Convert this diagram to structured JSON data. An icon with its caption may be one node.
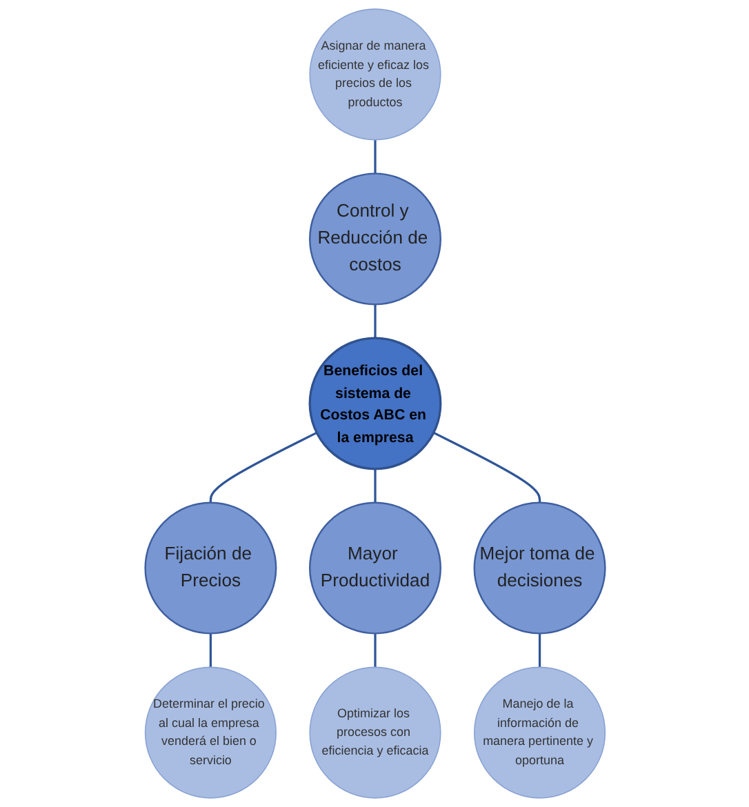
{
  "diagram": {
    "nodes": [
      {
        "text": [
          "Asignar de manera eficiente y eficaz los precios de los productos"
        ]
      },
      {
        "text": [
          "Fijación de Precios"
        ]
      },
      {
        "text": [
          "Determinar el precio al cual la empresa venderá el bien o servicio"
        ]
      },
      {
        "text": [
          "Control y Reducción de costos"
        ]
      },
      {
        "text": [
          "Beneficios del sistema de Costos ABC en la empresa"
        ]
      },
      {
        "text": [
          "Mayor Productividad"
        ]
      },
      {
        "text": [
          "Optimizar los procesos con eficiencia y eficacia"
        ]
      },
      {
        "text": [
          "Manejo de la información de manera pertinente y oportuna"
        ]
      },
      {
        "text": [
          "Mejor toma de decisiones"
        ]
      }
    ],
    "edges": [
      {
        "from": 4,
        "to": 1,
        "arrow": "none"
      },
      {
        "from": 1,
        "to": 2,
        "arrow": "none"
      },
      {
        "from": 0,
        "to": 3,
        "arrow": "none"
      },
      {
        "from": 3,
        "to": 4,
        "arrow": "none"
      },
      {
        "from": 4,
        "to": 5,
        "arrow": "none"
      },
      {
        "from": 5,
        "to": 6,
        "arrow": "none"
      },
      {
        "from": 4,
        "to": 8,
        "arrow": "none"
      },
      {
        "from": 8,
        "to": 7,
        "arrow": "none"
      }
    ]
  }
}
